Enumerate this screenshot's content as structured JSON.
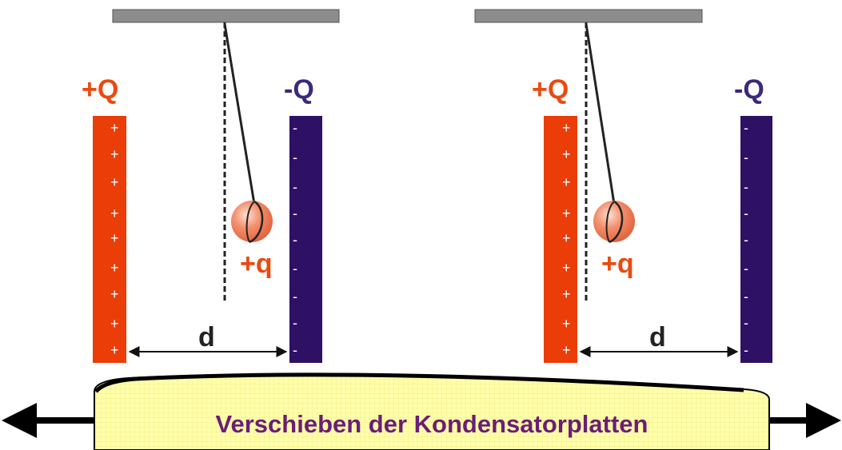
{
  "left_panel": {
    "plus_plate_label": "+Q",
    "minus_plate_label": "-Q",
    "charge_label": "+q",
    "distance_label": "d"
  },
  "right_panel": {
    "plus_plate_label": "+Q",
    "minus_plate_label": "-Q",
    "charge_label": "+q",
    "distance_label": "d"
  },
  "plus_sign": "+",
  "minus_sign": "-",
  "banner": {
    "caption": "Verschieben der Kondensatorplatten"
  },
  "colors": {
    "positive_plate": "#ea3d08",
    "negative_plate": "#2e1065",
    "ceiling_bar": "#8c8c8c",
    "ball": "#ef7b5a",
    "banner_fill": "#ffffaa",
    "caption_text": "#6b1d78"
  }
}
